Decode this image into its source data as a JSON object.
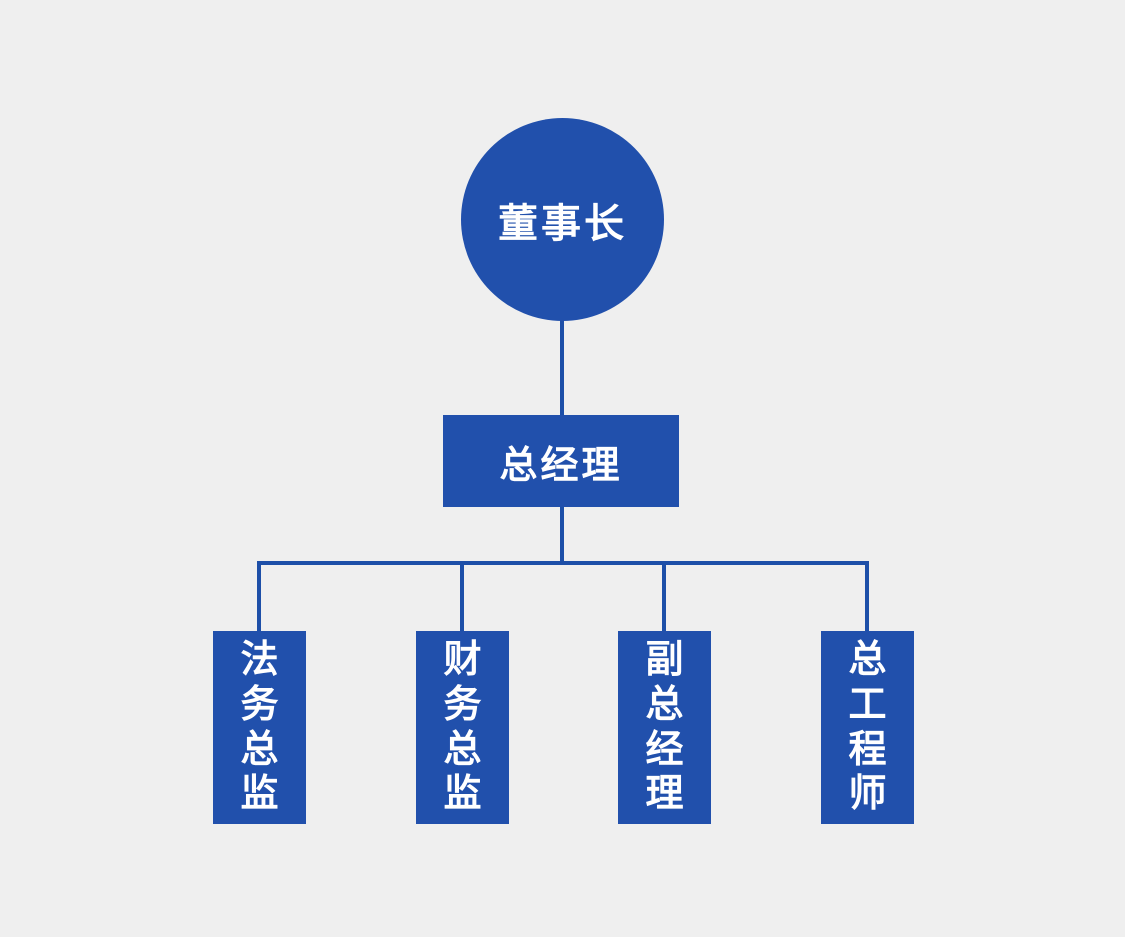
{
  "canvas": {
    "background_color": "#efefef",
    "node_color": "#2150ac",
    "line_color": "#1d4fa8",
    "text_color": "#ffffff"
  },
  "org_chart": {
    "type": "organization-hierarchy",
    "root": {
      "id": "chairman",
      "label": "董事长",
      "shape": "circle"
    },
    "level2": {
      "id": "general-manager",
      "label": "总经理",
      "shape": "rectangle",
      "parent": "chairman"
    },
    "level3": [
      {
        "id": "legal-director",
        "label": "法务总监",
        "shape": "vertical-rectangle",
        "parent": "general-manager"
      },
      {
        "id": "finance-director",
        "label": "财务总监",
        "shape": "vertical-rectangle",
        "parent": "general-manager"
      },
      {
        "id": "deputy-general-manager",
        "label": "副总经理",
        "shape": "vertical-rectangle",
        "parent": "general-manager"
      },
      {
        "id": "chief-engineer",
        "label": "总工程师",
        "shape": "vertical-rectangle",
        "parent": "general-manager"
      }
    ]
  }
}
